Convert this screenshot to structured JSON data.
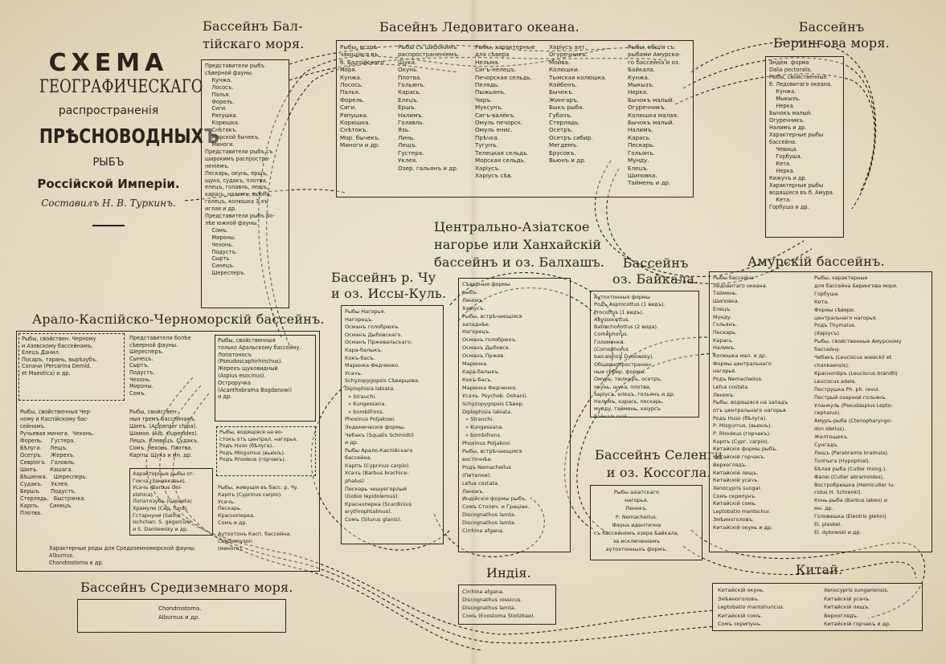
{
  "title": {
    "line1": "СХЕМА",
    "line2": "ГЕОГРАФИЧЕСКАГО",
    "line3": "распространенія",
    "line4": "ПРѢСНОВОДНЫХЪ",
    "line5": "РЫБЪ",
    "line6": "Россійской Имперіи.",
    "author": "Составилъ Н. В. Туркинъ."
  },
  "baltic": {
    "title": "Бассейнъ Бал-\nтійскаго моря.",
    "text": "Представители рыбъ\nсѣверной фауны.\n    Кунжа.\n    Лососъ.\n    Палья.\n    Форель.\n    Сиги.\n    Ряпушка.\n    Корюшка.\n    Снѣтокъ.\n    Морской бычекъ.\n    Миноги.\nПредставители рыбъ съ\nширокимъ распростра-\nненіемъ.\nПескарь, окунь, ершъ,\nщука, судакъ, плотва,\nелецъ, голавль, лещъ,\nкарась, налимъ, вьюнъ,\nголецъ, колюшка 3-хъ\nиглая и др.\nПредставители рыбъ бо-\nлѣе южной фауны.\n    Сомъ.\n    Мироны.\n    Чехонь.\n    Подустъ.\n    Сырть.\n    Синецъ.\n    Шересперъ."
  },
  "arctic": {
    "title": "Басейнъ Ледовитаго океана.",
    "col1": "Рыбы, встрѣ-\nчающіяся въ\nб. Балтійскаго\nморя.\nКунжа.\nЛосось.\nПалья.\nФорель.\nСиги.\nРяпушка.\nКорюшка.\nСнѣтокъ.\nМор. бычекъ.\nМиноги и др.",
    "col2": "Рыбы съ широкимъ\nраспространеніемъ.\nЩука.\nОкунь.\nПлотва.\nГольянъ.\nКарась.\nЕлецъ.\nЕршъ.\nНалимъ.\nГолавль.\nЯзь.\nЛинь.\nЛещъ.\nГустера.\nУклея.\nОзер. гальянъ и др.",
    "col3": "Рыбы, характерные\nдля сѣвера\nНельма.\nСигъ-нелецъ.\nПечорская сельдь.\nПелядь.\nПыжьянъ.\nЧиръ.\nМуксунъ.\nСигъ-валёкъ.\nОмуль печорск.\nОмуль енис.\nПрѣчка.\nТугунъ.\nТелецкая сельдь.\nМорская сельдь.\nХаріусъ.\nХаріусъ сѣв.",
    "col4": "Харіусъ алт.\nОгуречникъ.\nМойва.\nКолюшки.\nТымская колюшка.\nКойбенъ.\nБычекъ.\nЖингаръ.\nБыкъ рыба.\nГубачъ.\nСтерлядь.\nОсетръ.\nОсетръ сибир.\nМегдемъ.\nБрусокъ.\nВьюнъ и др."
  },
  "bering": {
    "title": "Бассейнъ\nБерингова моря.",
    "left": "Рыбы, общія съ\nрыбами Амурска-\nго бассейна и оз.\nБайкала.\nКунжа.\nМыкызъ.\nНерка.\nБычокъ малый.\nОгуречникъ.\nКолюшка малая.\nБычокъ малый.\nНалимъ.\nКарась.\nПескарь.\nГольянъ.\nМунду.\nЕлецъ.\nШиповка.\nТаймень и др.",
    "right": "Эндем. форма\nDalia pectoralis.\nРыбы, свойственные\nб. Ледовитаго океана.\n    Кунжа.\n    Мыкызъ.\n    Нерка.\nБычокъ малый.\nОгуречникъ.\nНалимъ и др.\nХарактерные рыбы\nбассейна.\n    Чевица.\n    Горбуша.\n    Кета.\n    Нерка.\nКижучъ и др.\nХарактерные рыбы\nводящіеся въ б. Амура.\n    Кета.\nГорбуша и др."
  },
  "aral": {
    "title": "Арало-Каспійско-Черноморскій бассейнъ.",
    "a1": "Рыбы, свойствен. Черному\nи Азовскому бассейнамъ.\nЕлецъ Данил.\nПосаръ, тарань, вырѣзубъ.\nСопачи (Percarina Demid.\net Maeotica) и др.",
    "a2": "Представители болѣе\nсѣверной фауны.\nШересперъ.\nСынецъ.\nСыртъ.\nПодустъ.\nЧехонь.\nМироны.\nСомъ.",
    "a3": "Рыбы, свойственныя\nтолько Аральскому бассейну.\nЛопатоносъ\n(Pseudoscaphirhinchus).\nЖерехъ щуковидный\n(Aspius esocinus).\nОстроручка\n(Acanthobrama Bogdanowi)\nи др.",
    "a4": "Рыбы, свойственныя Чер-\nному и Каспійскому бас-\nсейнамъ.\nРучьевая минога.  Чехонь.\nФорель.     Густера.\nБѣлуга.     Лещъ.\nОсетръ.     Жерехъ.\nСевріога.   Головль.\nШипъ.       Кашага.\nБѣшенка.    Шересперь.\nСудакъ.     Уклея.\nБершъ.      Подустъ.\nСтерлядь.   Быстрянка.\nКарпъ.      Синецъ.\nПлотва.",
    "a5": "Рыбы, свойствен-\nныя тремъ бассейнамъ.\nШипъ. (Acipenser chipa).\nШамая. (Alb. clupeoides).\nЛещъ. Клевецъ. Судакъ.\nСомъ. Чехонь. Плотва.\nКарпъ. Щука и мн. др.",
    "a6": "Характерные рыбы от-\nГокча (Закавказье).\nУсачъ (Barbus Gol-\nstshica).\nЛопатозубъ (Capoeta)\nХрамули (Cap. fund).\nГстарнуни (Salmo\nischchan. S. gegarcuni\nи S. Danilewsky и др.",
    "a7": "Рыбы, водящіяся на во-\nстокъ отъ централ. нагорья.\nРодъ Huso (бѣлуга).\nРодъ Misgurnus (вьюнъ).\nРодъ Rhodeus (горчакъ).",
    "a8": "Рыбы, живущія въ басс. р. Чу.\nКарпъ (Cyprinus carpio).\nУсачъ.\nПескарь.\nКрасноперка.\nСомъ и др.",
    "a9": "Аутохтонъ Касп. бассейна.\nCaspiomyson\n(минога).",
    "a10": "Характерные роды для Средиземноморской фауны.\nAlburnus.\nChondrostoma и др."
  },
  "med": {
    "title": "Бассейнъ Средиземнаго моря.",
    "text": "Chondrostoma.\nAlburnus и др."
  },
  "chu": {
    "title": "Бассейнъ р. Чу\nи оз. Иссы-Куль.",
    "text": "Рыбы Нагорья.\nНагорецъ.\nОсманъ голобрюхъ.\nОсманъ Дыбовскаго.\nОсманъ Пржевальскаго.\nКара-балыкъ.\nКокъ-басъ.\nМаринка Федченко.\nУсачъ.\nSchyzopygopsis Сѣверцова.\nDiplophisia labiata.\n  » Strauchi.\n  » Kungessana.\n  » bombifrons.\nPhoxinus Poljakowi.\nЭндемическія формы.\nЧебакъ (Squalis Schmidti)\nи др.\nРыбы Арало-Каспійскаго\nбассейна.\nКарпъ (Cyprinus carpio).\nУсачъ (Barbus brachice-\nphalus)\nПескарь чешуегорлый\n(Gobio lepidolemus).\nКрасноперка (Scardinius\nerythrophtalmus).\nСомъ (Silurus glanis)."
  },
  "central": {
    "title": "Центрально-Азіатское\nнагорье или Ханхайскій\nбассейнъ и оз. Балхашъ.",
    "text": "Сѣверныя формы\nрыбъ.\nЛенокъ.\nХаріусъ.\nРыбы, встрѣчающіяся\nзападнѣе.\nНагорецъ.\nОсманъ голобрюхъ.\nОсманъ Дыбовск.\nОсманъ Пржев.\nМаринка.\nКара-балыкъ.\nКокъ-басъ.\nМаринка Федченко.\nУсачъ. Psychob. Oshanii.\nSchyzopygopsis Сѣвер.\nDiplophisia labiata.\n  » Strauchi.\n  » Kungessana.\n  » bombifrons.\nPhoxinus Poljakovi.\nРыбы, встрѣчающіяся\nвосточнѣе.\nРодъ Nemacheilus\n(Питалки).\nLefua costata.\nЛенокъ.\nИндійскія формы рыбъ.\nСомъ Столич. и Граціан.\nDiscognathus lamta.\nDiscognathus lamta.\nCirrhina afgana."
  },
  "india": {
    "title": "Индія.",
    "text": "Cirrhina afgana.\nDiscognathus rossicus.\nDiscognathus lamta.\nСомъ (Exostoma Stolizkae)."
  },
  "baikal": {
    "title": "Бассейнъ\nоз. Байкала.",
    "text": "Аутохтонныя формы\nРодъ Asprocottus (1 видъ).\nProcottus (1 видъ).\nAbyssocottus.\nBatrachocottus (2 вида).\nComephorus.\nГоломянка.\n(Comephorus\nbaicalensis Dybowsky).\nОбщераспространен-\nные сибир. формы.\nОмуль, тюлкуръ, осетръ,\nокунь, щука, плотва,\nхаріусъ, елецъ, гольянъ и др.\nНалимъ, карась, пескарь,\nмунду, таймень, хаіурсъ\nбайкальскій."
  },
  "selenga": {
    "title": "Бассейнъ Селенги\nи оз. Коссогла.",
    "text": "Рыбы азіатскаго\nнагорья.\nЛенокъ.\nР. Nemacheilus.\nФауна идентична\nсъ бассейномъ озера Байкала,\nза исключеніемъ\nаутохтонныхъ формъ."
  },
  "amur": {
    "title": "Амурскій бассейнъ.",
    "left": "Рыбы бассейна\nЛедовитаго океана.\nТаймень.\nШиповка.\nЕлецъ.\nМунду.\nГольянъ.\nПескарь.\nКарась.\nНалимъ.\nКолюшка мал. и др.\nФормы центральнаго\nнагорья.\nРодъ Nemacheilus.\nLefua costata.\nЛенокъ.\nРыбы, водящіяся на западъ\nотъ центральнаго нагорья.\nРодъ Huso (бѣлуга).\nР. Misgurnus, (вьюнъ).\nР. Rhodeus (горчакъ).\nКарпъ (Сург. carpio).\nКитайскія формы рыбъ.\nКитайскій горчакъ.\nВерхоглядъ.\nКитайскій лещъ.\nКитайскій усачъ.\nXenocypris sungar.\nСомъ скрипунъ.\nКитайскій сомъ.\nLeptobatio mantschur.\nЗмѣиноголовъ.\nКитайскій окунь и др.",
    "right": "Рыбы, характерные\nдля бассейна Берингова моря.\nГорбуша.\nКета.\nФормы сѣвери.\nцентральнаго нагорья.\nРодъ Thymalus.\n(Харіусъ).\nРыбы, свойственные Амурскому\nбассейну.\nЧебакъ (Leuciscus waleckii et\nchankaensis).\nКраснопёръ (Leuciscus brandti)\nLeuciscus adele.\nПеструшка Ph. ph. revul.\nПестрый озерной гольянъ.\nУланкуль (Pseudaspius Lepto-\ncephalus).\nАмуръ-рыба (Ctenopharyngo-\ndon idellus).\nЖелтощекъ.\nСунгадъ.\nЛещъ (Parabramis bramula).\nТолпыга (Hypophial).\nБѣлая рыба (Culter mong.).\nФалю (Culter abramoides).\nВостробрюшка (Hemiculter lu-\ncidus H. Schrenki).\nКонь-рыба (Barbus labeo) и\nмн. др.\nГоловешка (Eleotris glehni)\nEl. pleskei.\nEl. dybowski и др."
  },
  "china": {
    "title": "Китай.",
    "left": "Китайскій окунь.\nЗмѣиноголовъ.\nLeptobatio mantshuricus.\nКитайскій сомъ.\nСомъ скрипунъ.",
    "right": "Xenocypris sungariensis.\nКитайскій усачъ.\nКитайскій лещъ.\nВерхоглядъ.\nКитайскій горчакъ и др."
  }
}
